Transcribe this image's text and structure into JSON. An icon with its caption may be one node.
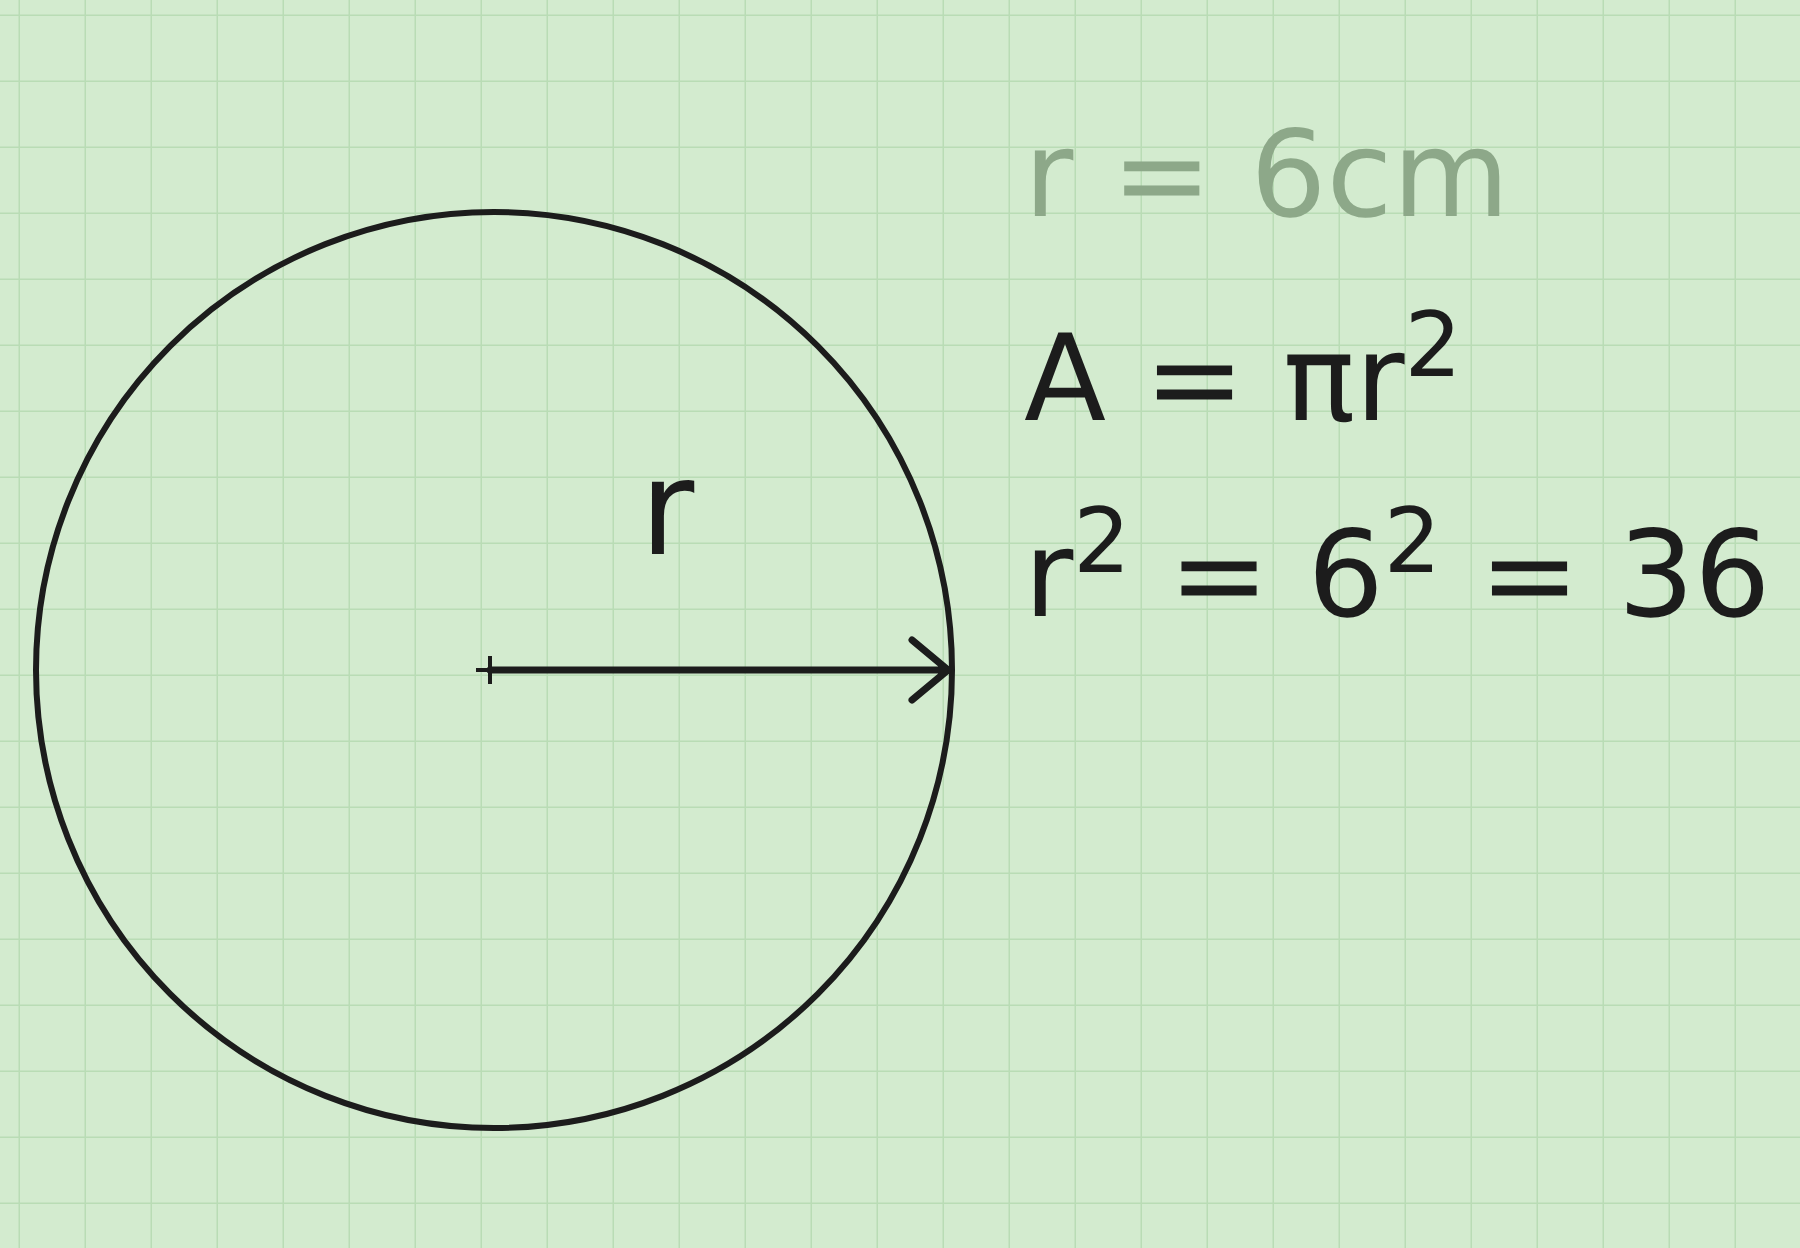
{
  "diagram": {
    "nodes": [
      {
        "text": [
          "r"
        ]
      }
    ],
    "labels": [
      "r = 6cm",
      "A = πr$^{2}$",
      "r$^{2}$ = 6$^{2}$ = 36"
    ]
  }
}
